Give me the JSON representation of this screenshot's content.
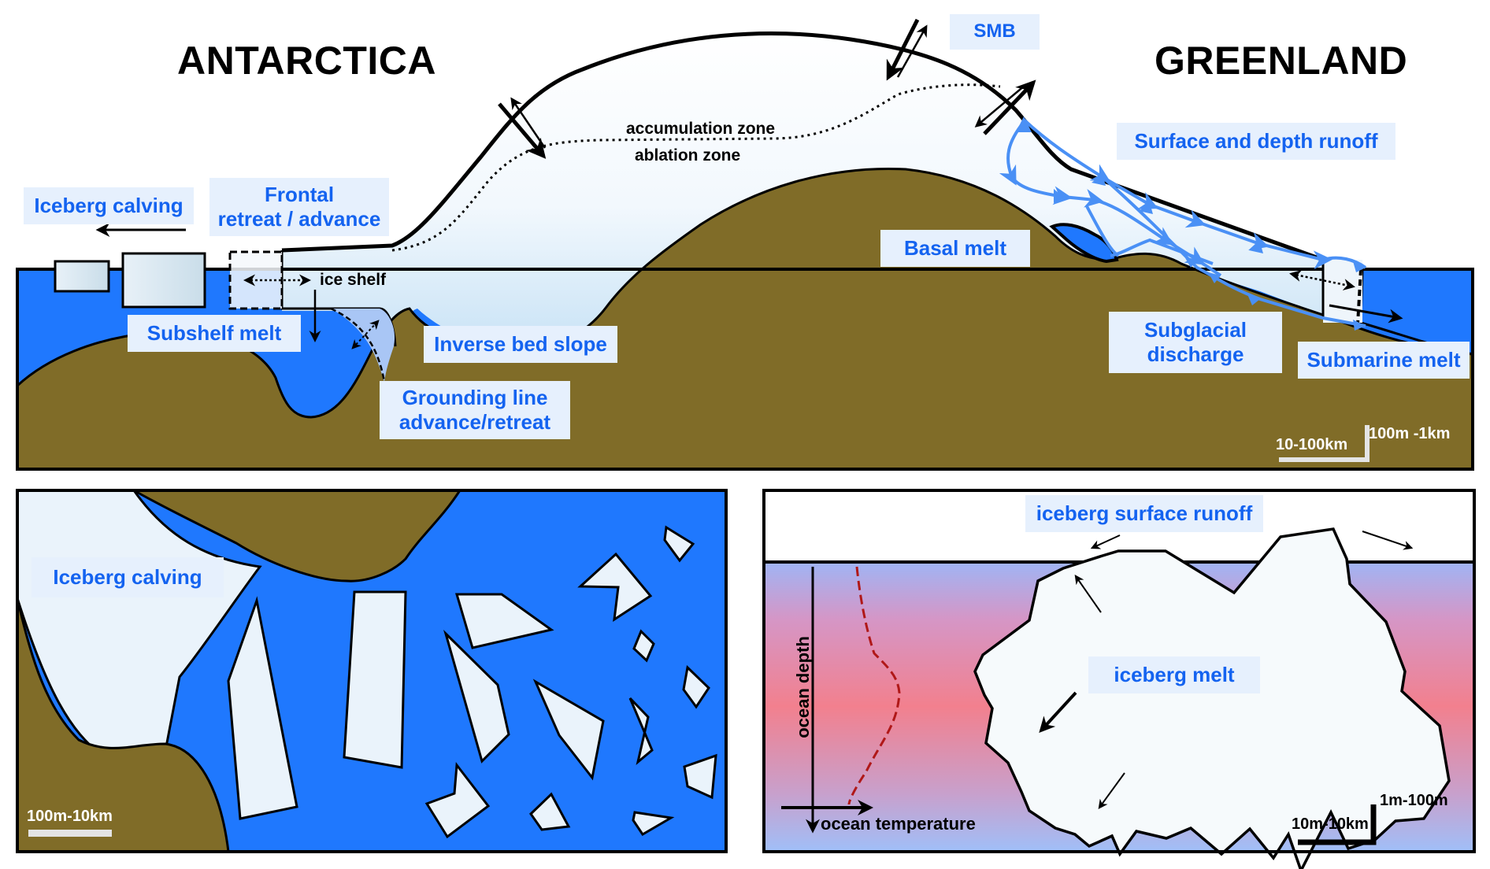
{
  "titles": {
    "left": "ANTARCTICA",
    "right": "GREENLAND"
  },
  "colors": {
    "ocean": "#1f78fe",
    "bedrock": "#806c28",
    "ice": "#eaf3fb",
    "label_bg": "#e6f0fd",
    "label_text": "#1463f0",
    "runoff": "#4a90f5",
    "warm_water": "#f08090",
    "cool_water": "#a0b8f8",
    "temperature_profile": "#b01818"
  },
  "top_panel": {
    "labels": {
      "smb": "SMB",
      "surface_runoff": "Surface and depth runoff",
      "iceberg_calving": "Iceberg calving",
      "frontal_line1": "Frontal",
      "frontal_line2": "retreat / advance",
      "basal_melt": "Basal melt",
      "subshelf_melt": "Subshelf melt",
      "inverse_bed_slope": "Inverse bed slope",
      "grounding_line1": "Grounding line",
      "grounding_line2": "advance/retreat",
      "subglacial_line1": "Subglacial",
      "subglacial_line2": "discharge",
      "submarine_melt": "Submarine melt"
    },
    "annotations": {
      "accumulation_zone": "accumulation zone",
      "ablation_zone": "ablation zone",
      "ice_shelf": "ice shelf"
    },
    "scale": {
      "horizontal": "10-100km",
      "vertical": "100m -1km"
    }
  },
  "bottom_left_panel": {
    "label": "Iceberg calving",
    "scale": "100m-10km"
  },
  "bottom_right_panel": {
    "labels": {
      "surface_runoff": "iceberg surface runoff",
      "iceberg_melt": "iceberg melt"
    },
    "axes": {
      "y": "ocean depth",
      "x": "ocean temperature"
    },
    "scale": {
      "horizontal": "10m-10km",
      "vertical": "1m-100m"
    }
  }
}
